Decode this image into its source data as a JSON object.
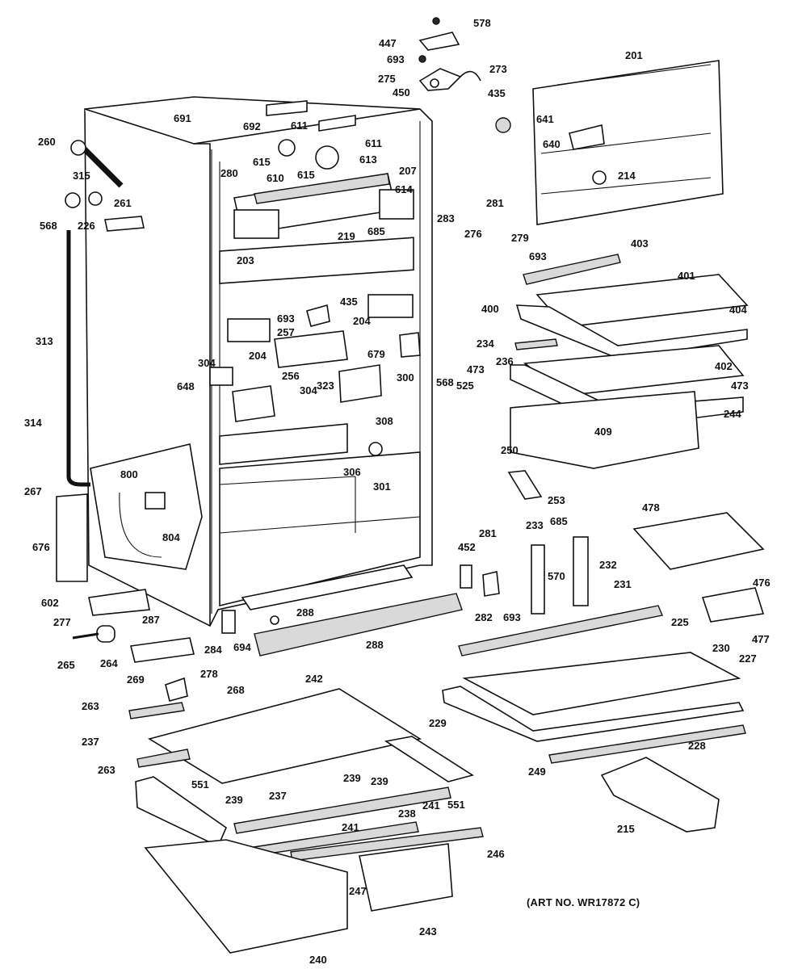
{
  "art_number": "(ART NO. WR17872 C)",
  "labels": {
    "l578": "578",
    "l447": "447",
    "l693a": "693",
    "l275": "275",
    "l450": "450",
    "l273": "273",
    "l435a": "435",
    "l201": "201",
    "l641": "641",
    "l640": "640",
    "l214": "214",
    "l691": "691",
    "l692": "692",
    "l611a": "611",
    "l611b": "611",
    "l615a": "615",
    "l615b": "615",
    "l610": "610",
    "l613": "613",
    "l280": "280",
    "l207": "207",
    "l614": "614",
    "l685a": "685",
    "l260": "260",
    "l315": "315",
    "l261": "261",
    "l568a": "568",
    "l226": "226",
    "l219": "219",
    "l203": "203",
    "l283": "283",
    "l281a": "281",
    "l276": "276",
    "l279": "279",
    "l693b": "693",
    "l403": "403",
    "l401": "401",
    "l400": "400",
    "l404": "404",
    "l693c": "693",
    "l435b": "435",
    "l204a": "204",
    "l204b": "204",
    "l257": "257",
    "l679": "679",
    "l300": "300",
    "l568b": "568",
    "l234": "234",
    "l236": "236",
    "l402": "402",
    "l473a": "473",
    "l473b": "473",
    "l525": "525",
    "l313": "313",
    "l304a": "304",
    "l648": "648",
    "l256": "256",
    "l323": "323",
    "l304b": "304",
    "l308": "308",
    "l244": "244",
    "l409": "409",
    "l250": "250",
    "l314": "314",
    "l306": "306",
    "l301": "301",
    "l800": "800",
    "l804": "804",
    "l253": "253",
    "l267": "267",
    "l676": "676",
    "l233": "233",
    "l685b": "685",
    "l281b": "281",
    "l452": "452",
    "l478": "478",
    "l232": "232",
    "l570": "570",
    "l282": "282",
    "l693d": "693",
    "l231": "231",
    "l476": "476",
    "l602": "602",
    "l277": "277",
    "l288a": "288",
    "l225": "225",
    "l287": "287",
    "l284": "284",
    "l694": "694",
    "l288b": "288",
    "l477": "477",
    "l230": "230",
    "l265": "265",
    "l264": "264",
    "l227": "227",
    "l269": "269",
    "l278": "278",
    "l268": "268",
    "l242": "242",
    "l263a": "263",
    "l229": "229",
    "l228": "228",
    "l237a": "237",
    "l263b": "263",
    "l551a": "551",
    "l239a": "239",
    "l239b": "239",
    "l249": "249",
    "l215": "215",
    "l239c": "239",
    "l237b": "237",
    "l238": "238",
    "l241a": "241",
    "l551b": "551",
    "l241b": "241",
    "l246": "246",
    "l247": "247",
    "l243": "243",
    "l240": "240"
  }
}
